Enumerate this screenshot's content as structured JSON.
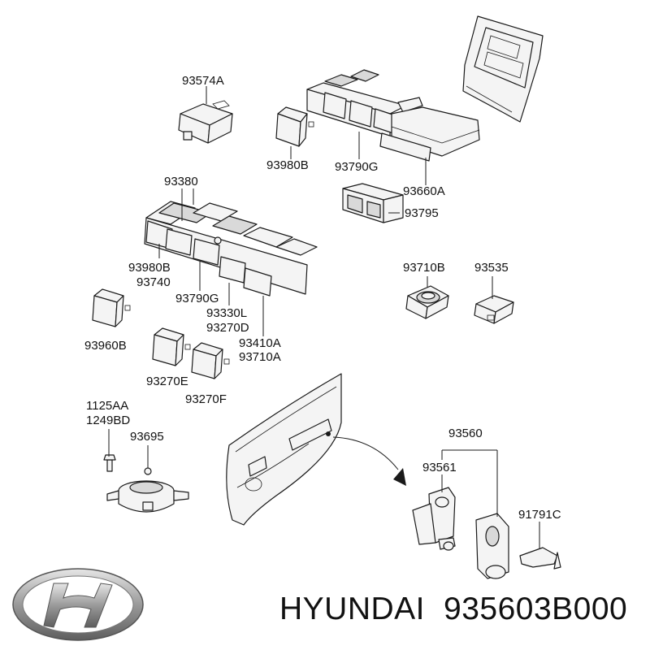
{
  "labels": {
    "p93574A": "93574A",
    "p93980B_top": "93980B",
    "p93790G_top": "93790G",
    "p93660A": "93660A",
    "p93795": "93795",
    "p93380": "93380",
    "p93980B_mid": "93980B",
    "p93740": "93740",
    "p93790G_mid": "93790G",
    "p93330L": "93330L",
    "p93270D": "93270D",
    "p93410A": "93410A",
    "p93710A": "93710A",
    "p93710B": "93710B",
    "p93535": "93535",
    "p93960B": "93960B",
    "p93270E": "93270E",
    "p93270F": "93270F",
    "p1125AA": "1125AA",
    "p1249BD": "1249BD",
    "p93695": "93695",
    "p93560": "93560",
    "p93561": "93561",
    "p91791C": "91791C"
  },
  "caption": {
    "brand": "HYUNDAI",
    "part_number": "935603B000"
  },
  "icons": {
    "logo": "hyundai-logo-icon"
  }
}
